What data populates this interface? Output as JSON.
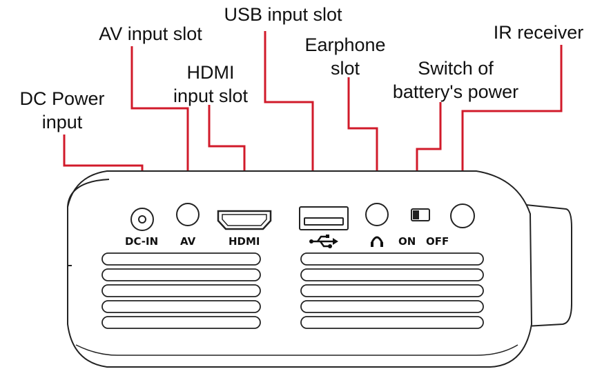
{
  "callouts": {
    "dc_power": "DC Power\ninput",
    "av": "AV input slot",
    "hdmi": "HDMI\ninput slot",
    "usb": "USB input slot",
    "earphone": "Earphone\nslot",
    "switch": "Switch of\nbattery's power",
    "ir": "IR receiver"
  },
  "port_labels": {
    "dc_in": "DC-IN",
    "av": "AV",
    "hdmi": "HDMI",
    "on": "ON",
    "off": "OFF"
  },
  "icons": [
    "usb-icon",
    "headphone-icon"
  ],
  "colors": {
    "leader_line": "#d11a2a",
    "device_outline": "#222222"
  }
}
